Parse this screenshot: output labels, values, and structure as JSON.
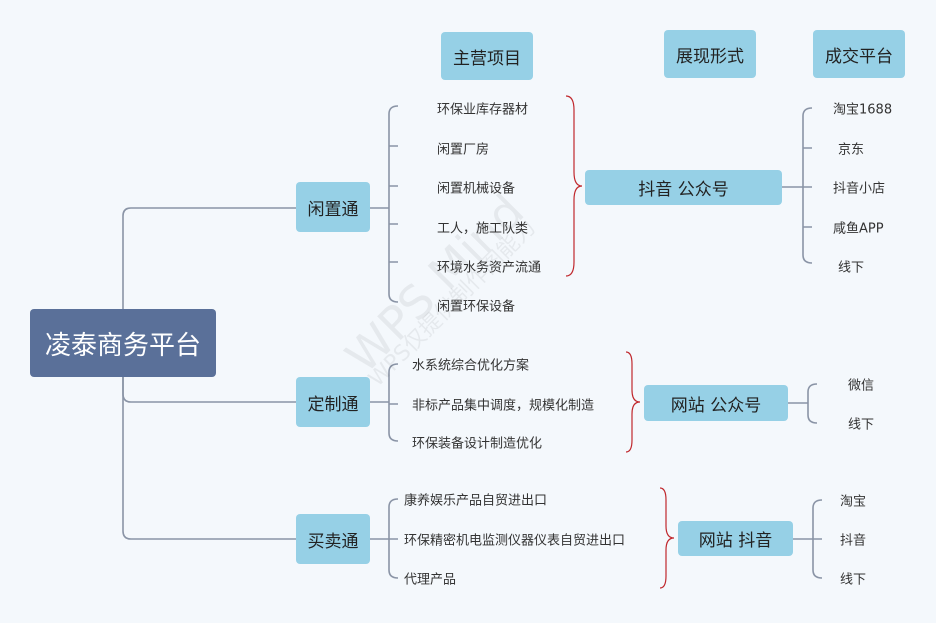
{
  "headers": {
    "main": "主营项目",
    "display": "展现形式",
    "deal": "成交平台"
  },
  "root": "凌泰商务平台",
  "branches": [
    {
      "label": "闲置通",
      "items": [
        "环保业库存器材",
        "闲置厂房",
        "闲置机械设备",
        "工人，施工队类",
        "环境水务资产流通",
        "闲置环保设备"
      ],
      "display": "抖音 公众号",
      "platforms": [
        "淘宝1688",
        "京东",
        "抖音小店",
        "咸鱼APP",
        "线下"
      ]
    },
    {
      "label": "定制通",
      "items": [
        "水系统综合优化方案",
        "非标产品集中调度，规模化制造",
        "环保装备设计制造优化"
      ],
      "display": "网站 公众号",
      "platforms": [
        "微信",
        "线下"
      ]
    },
    {
      "label": "买卖通",
      "items": [
        "康养娱乐产品自贸进出口",
        "环保精密机电监测仪器仪表自贸进出口",
        "代理产品"
      ],
      "display": "网站 抖音",
      "platforms": [
        "淘宝",
        "抖音",
        "线下"
      ]
    }
  ],
  "watermark": {
    "main": "WPS Mind",
    "sub": "WPS仅提供制作图能力"
  },
  "colors": {
    "root": "#5a7099",
    "node": "#96d0e6",
    "line": "#8a94a6",
    "brace": "#c0282d"
  }
}
